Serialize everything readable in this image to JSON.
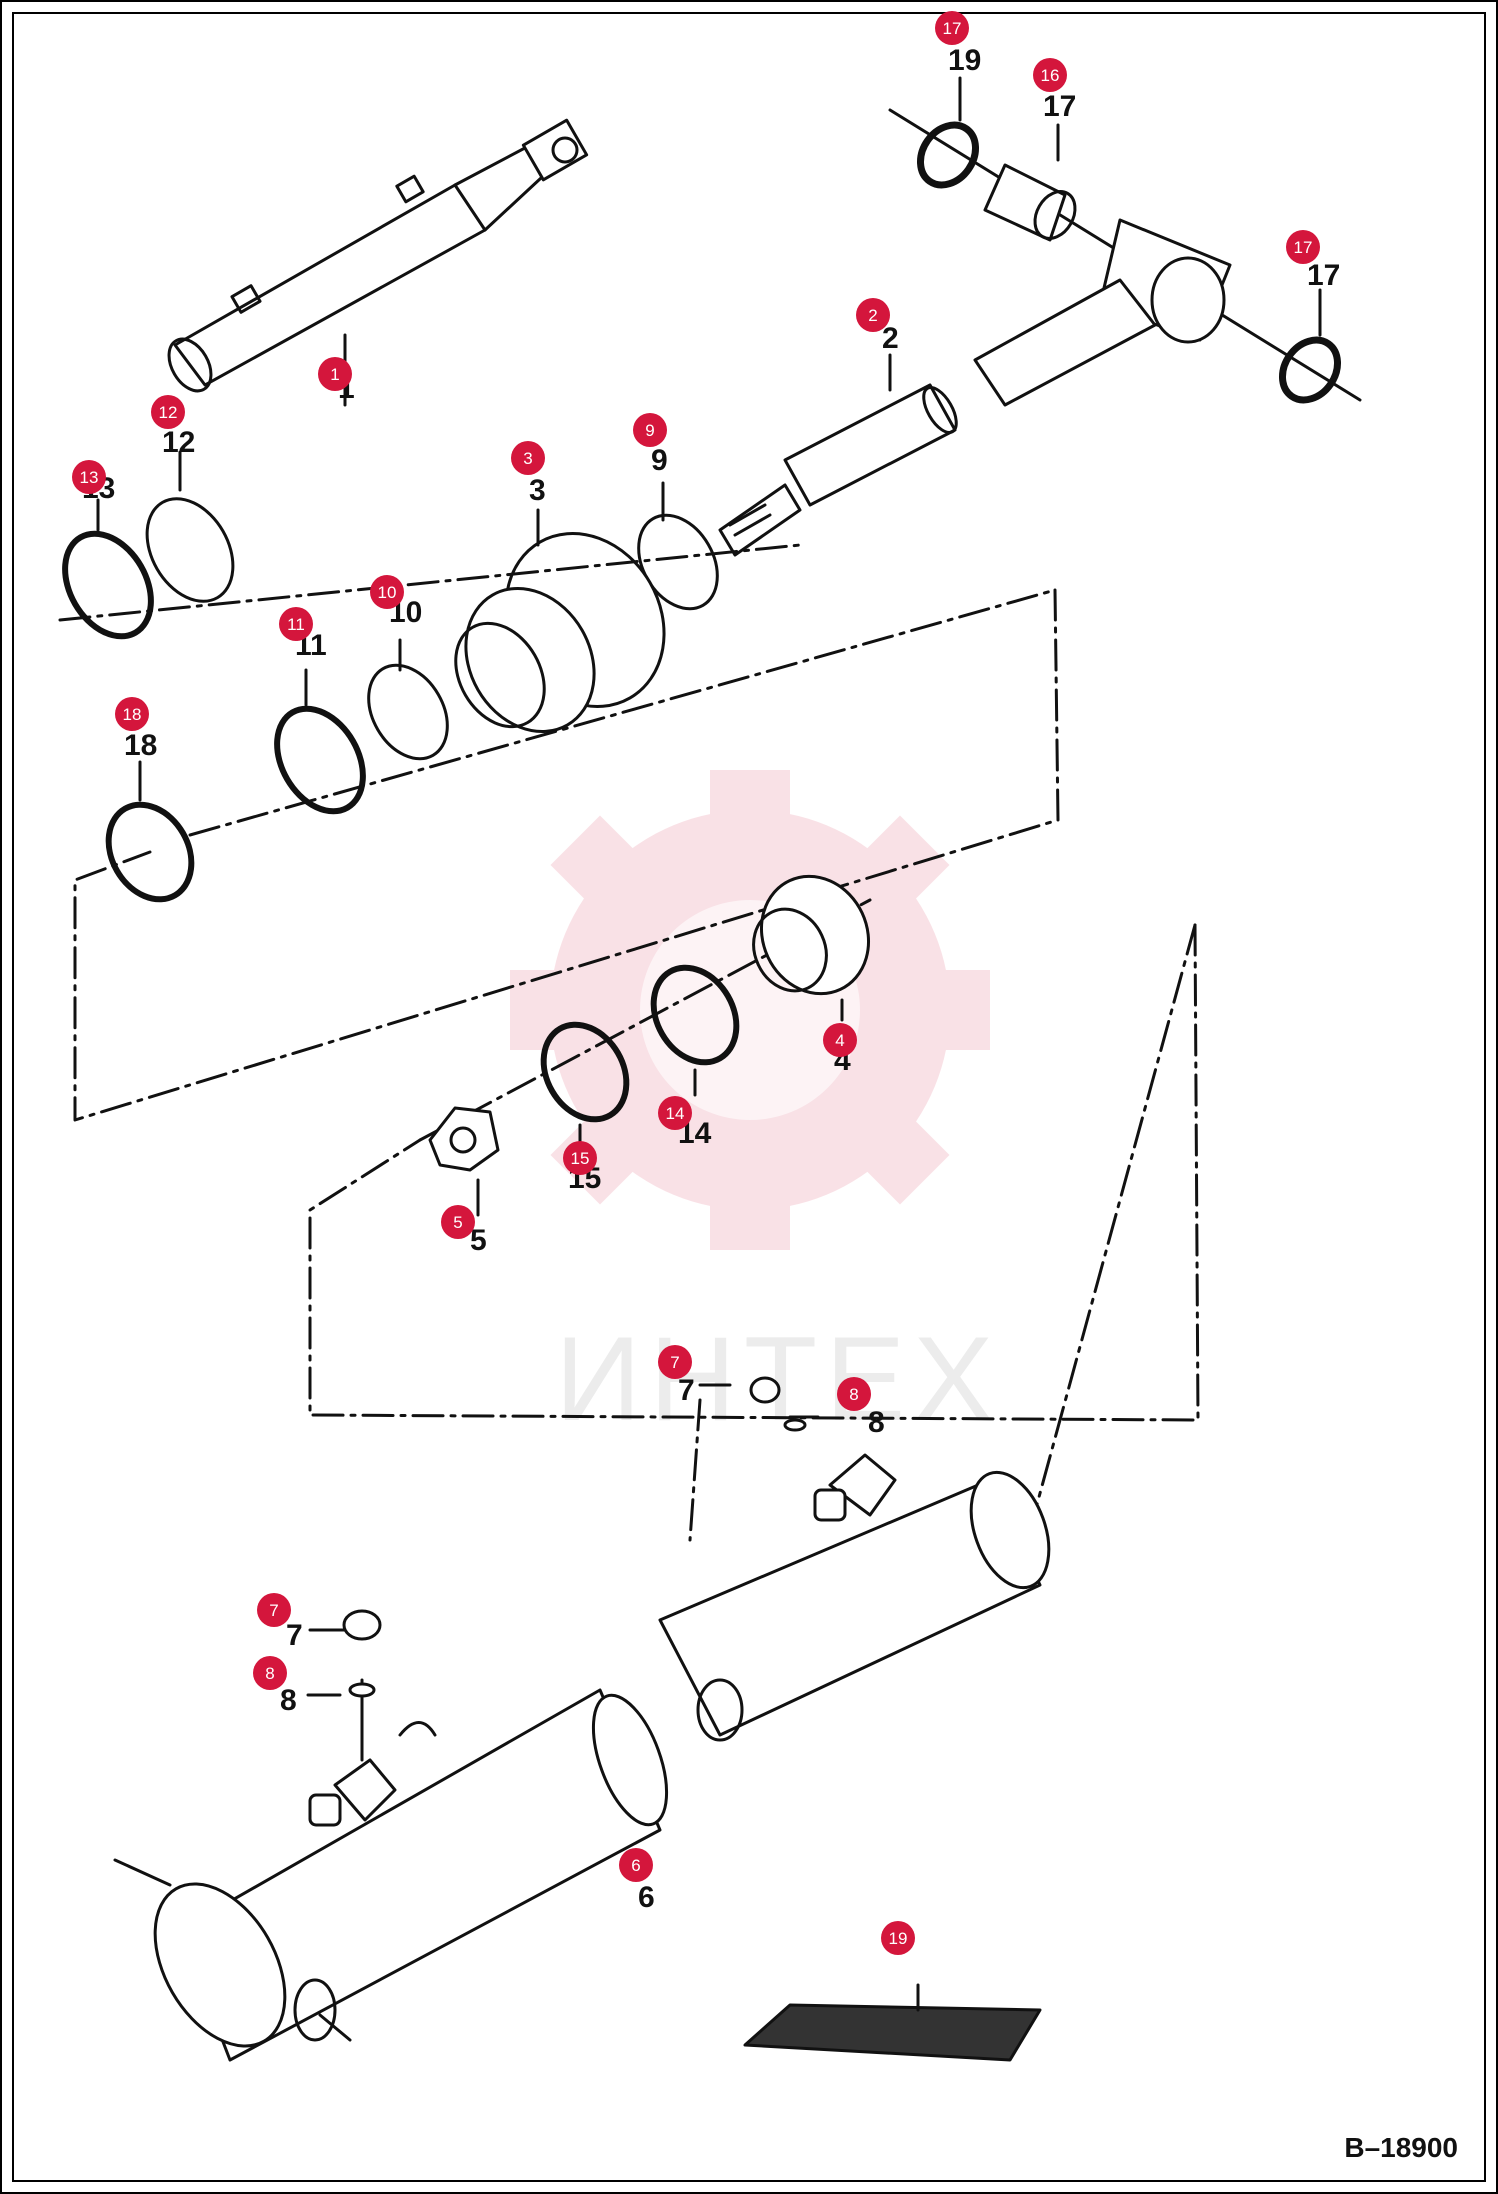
{
  "drawing": {
    "code": "B–18900",
    "watermark": "ИНТЕХ",
    "accent_color": "#d4163c"
  },
  "part_labels": [
    {
      "id": "p1",
      "text": "1"
    },
    {
      "id": "p2",
      "text": "2"
    },
    {
      "id": "p3",
      "text": "3"
    },
    {
      "id": "p4",
      "text": "4"
    },
    {
      "id": "p5",
      "text": "5"
    },
    {
      "id": "p6",
      "text": "6"
    },
    {
      "id": "p7a",
      "text": "7"
    },
    {
      "id": "p7b",
      "text": "7"
    },
    {
      "id": "p8a",
      "text": "8"
    },
    {
      "id": "p8b",
      "text": "8"
    },
    {
      "id": "p9",
      "text": "9"
    },
    {
      "id": "p10",
      "text": "10"
    },
    {
      "id": "p11",
      "text": "11"
    },
    {
      "id": "p12",
      "text": "12"
    },
    {
      "id": "p13",
      "text": "13"
    },
    {
      "id": "p14",
      "text": "14"
    },
    {
      "id": "p15",
      "text": "15"
    },
    {
      "id": "p16",
      "text": "16"
    },
    {
      "id": "p17a",
      "text": "17"
    },
    {
      "id": "p17b",
      "text": "17"
    },
    {
      "id": "p18",
      "text": "18"
    },
    {
      "id": "p19",
      "text": "19"
    }
  ],
  "callouts": [
    {
      "id": "c1",
      "text": "1"
    },
    {
      "id": "c2",
      "text": "2"
    },
    {
      "id": "c3",
      "text": "3"
    },
    {
      "id": "c4",
      "text": "4"
    },
    {
      "id": "c5",
      "text": "5"
    },
    {
      "id": "c6",
      "text": "6"
    },
    {
      "id": "c7a",
      "text": "7"
    },
    {
      "id": "c7b",
      "text": "7"
    },
    {
      "id": "c8a",
      "text": "8"
    },
    {
      "id": "c8b",
      "text": "8"
    },
    {
      "id": "c9",
      "text": "9"
    },
    {
      "id": "c10",
      "text": "10"
    },
    {
      "id": "c11",
      "text": "11"
    },
    {
      "id": "c12",
      "text": "12"
    },
    {
      "id": "c13",
      "text": "13"
    },
    {
      "id": "c14",
      "text": "14"
    },
    {
      "id": "c15",
      "text": "15"
    },
    {
      "id": "c16",
      "text": "16"
    },
    {
      "id": "c17a",
      "text": "17"
    },
    {
      "id": "c17b",
      "text": "17"
    },
    {
      "id": "c18",
      "text": "18"
    },
    {
      "id": "c19",
      "text": "19"
    }
  ]
}
